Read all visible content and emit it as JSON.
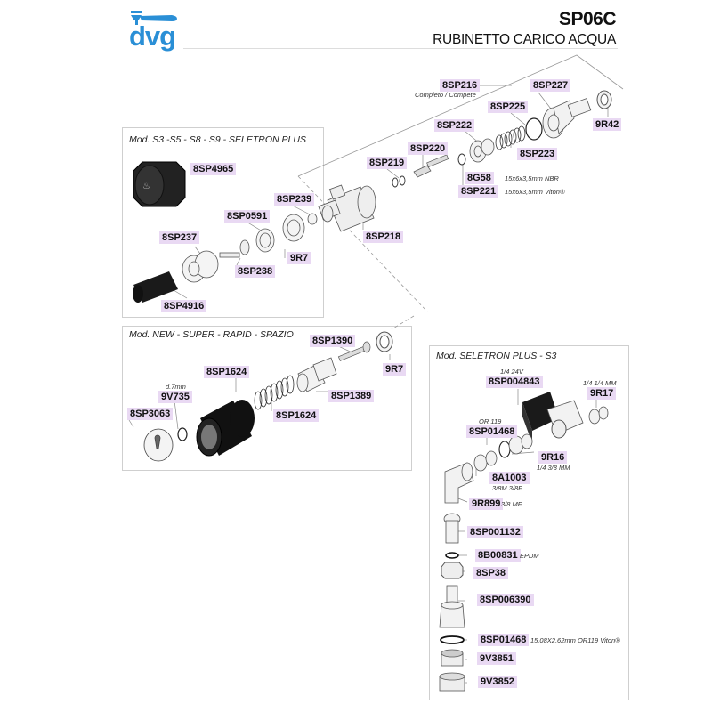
{
  "header": {
    "logo_text": "dvg",
    "code": "SP06C",
    "title": "RUBINETTO CARICO ACQUA",
    "brand_color": "#2a8fd6"
  },
  "label_color": "#e9d9f3",
  "main_assembly": {
    "labels": [
      {
        "id": "8SP216",
        "note": "Completo / Compete"
      },
      {
        "id": "8SP227"
      },
      {
        "id": "8SP225"
      },
      {
        "id": "9R42"
      },
      {
        "id": "8SP222"
      },
      {
        "id": "8SP223"
      },
      {
        "id": "8SP220"
      },
      {
        "id": "8SP219"
      },
      {
        "id": "8G58",
        "note": "15x6x3,5mm NBR"
      },
      {
        "id": "8SP221",
        "note": "15x6x3,5mm Viton®"
      },
      {
        "id": "8SP218"
      }
    ]
  },
  "panel_seletron": {
    "title": "Mod. S3 -S5 - S8 - S9 - SELETRON PLUS",
    "labels": [
      {
        "id": "8SP4965"
      },
      {
        "id": "8SP239"
      },
      {
        "id": "8SP0591"
      },
      {
        "id": "8SP237"
      },
      {
        "id": "9R7"
      },
      {
        "id": "8SP238"
      },
      {
        "id": "8SP4916"
      }
    ]
  },
  "panel_new": {
    "title": "Mod. NEW - SUPER - RAPID - SPAZIO",
    "labels": [
      {
        "id": "8SP1390"
      },
      {
        "id": "9R7"
      },
      {
        "id": "8SP1624"
      },
      {
        "id": "9V735",
        "note": "d.7mm"
      },
      {
        "id": "8SP1389"
      },
      {
        "id": "8SP3063"
      },
      {
        "id": "8SP1624"
      }
    ]
  },
  "panel_seletron_s3": {
    "title": "Mod. SELETRON PLUS - S3",
    "labels": [
      {
        "id": "8SP004843",
        "note": "1/4 24V"
      },
      {
        "id": "9R17",
        "note": "1/4 1/4 MM"
      },
      {
        "id": "8SP01468",
        "note": "OR 119"
      },
      {
        "id": "9R16",
        "note": "1/4 3/8 MM"
      },
      {
        "id": "8A1003",
        "note": "3/8M 3/8F"
      },
      {
        "id": "9R899",
        "note": "3/8 MF"
      },
      {
        "id": "8SP001132"
      },
      {
        "id": "8B00831",
        "note": "EPDM"
      },
      {
        "id": "8SP38"
      },
      {
        "id": "8SP006390"
      },
      {
        "id": "8SP01468",
        "note": "15,08X2,62mm OR119 Viton®"
      },
      {
        "id": "9V3851"
      },
      {
        "id": "9V3852"
      }
    ]
  }
}
